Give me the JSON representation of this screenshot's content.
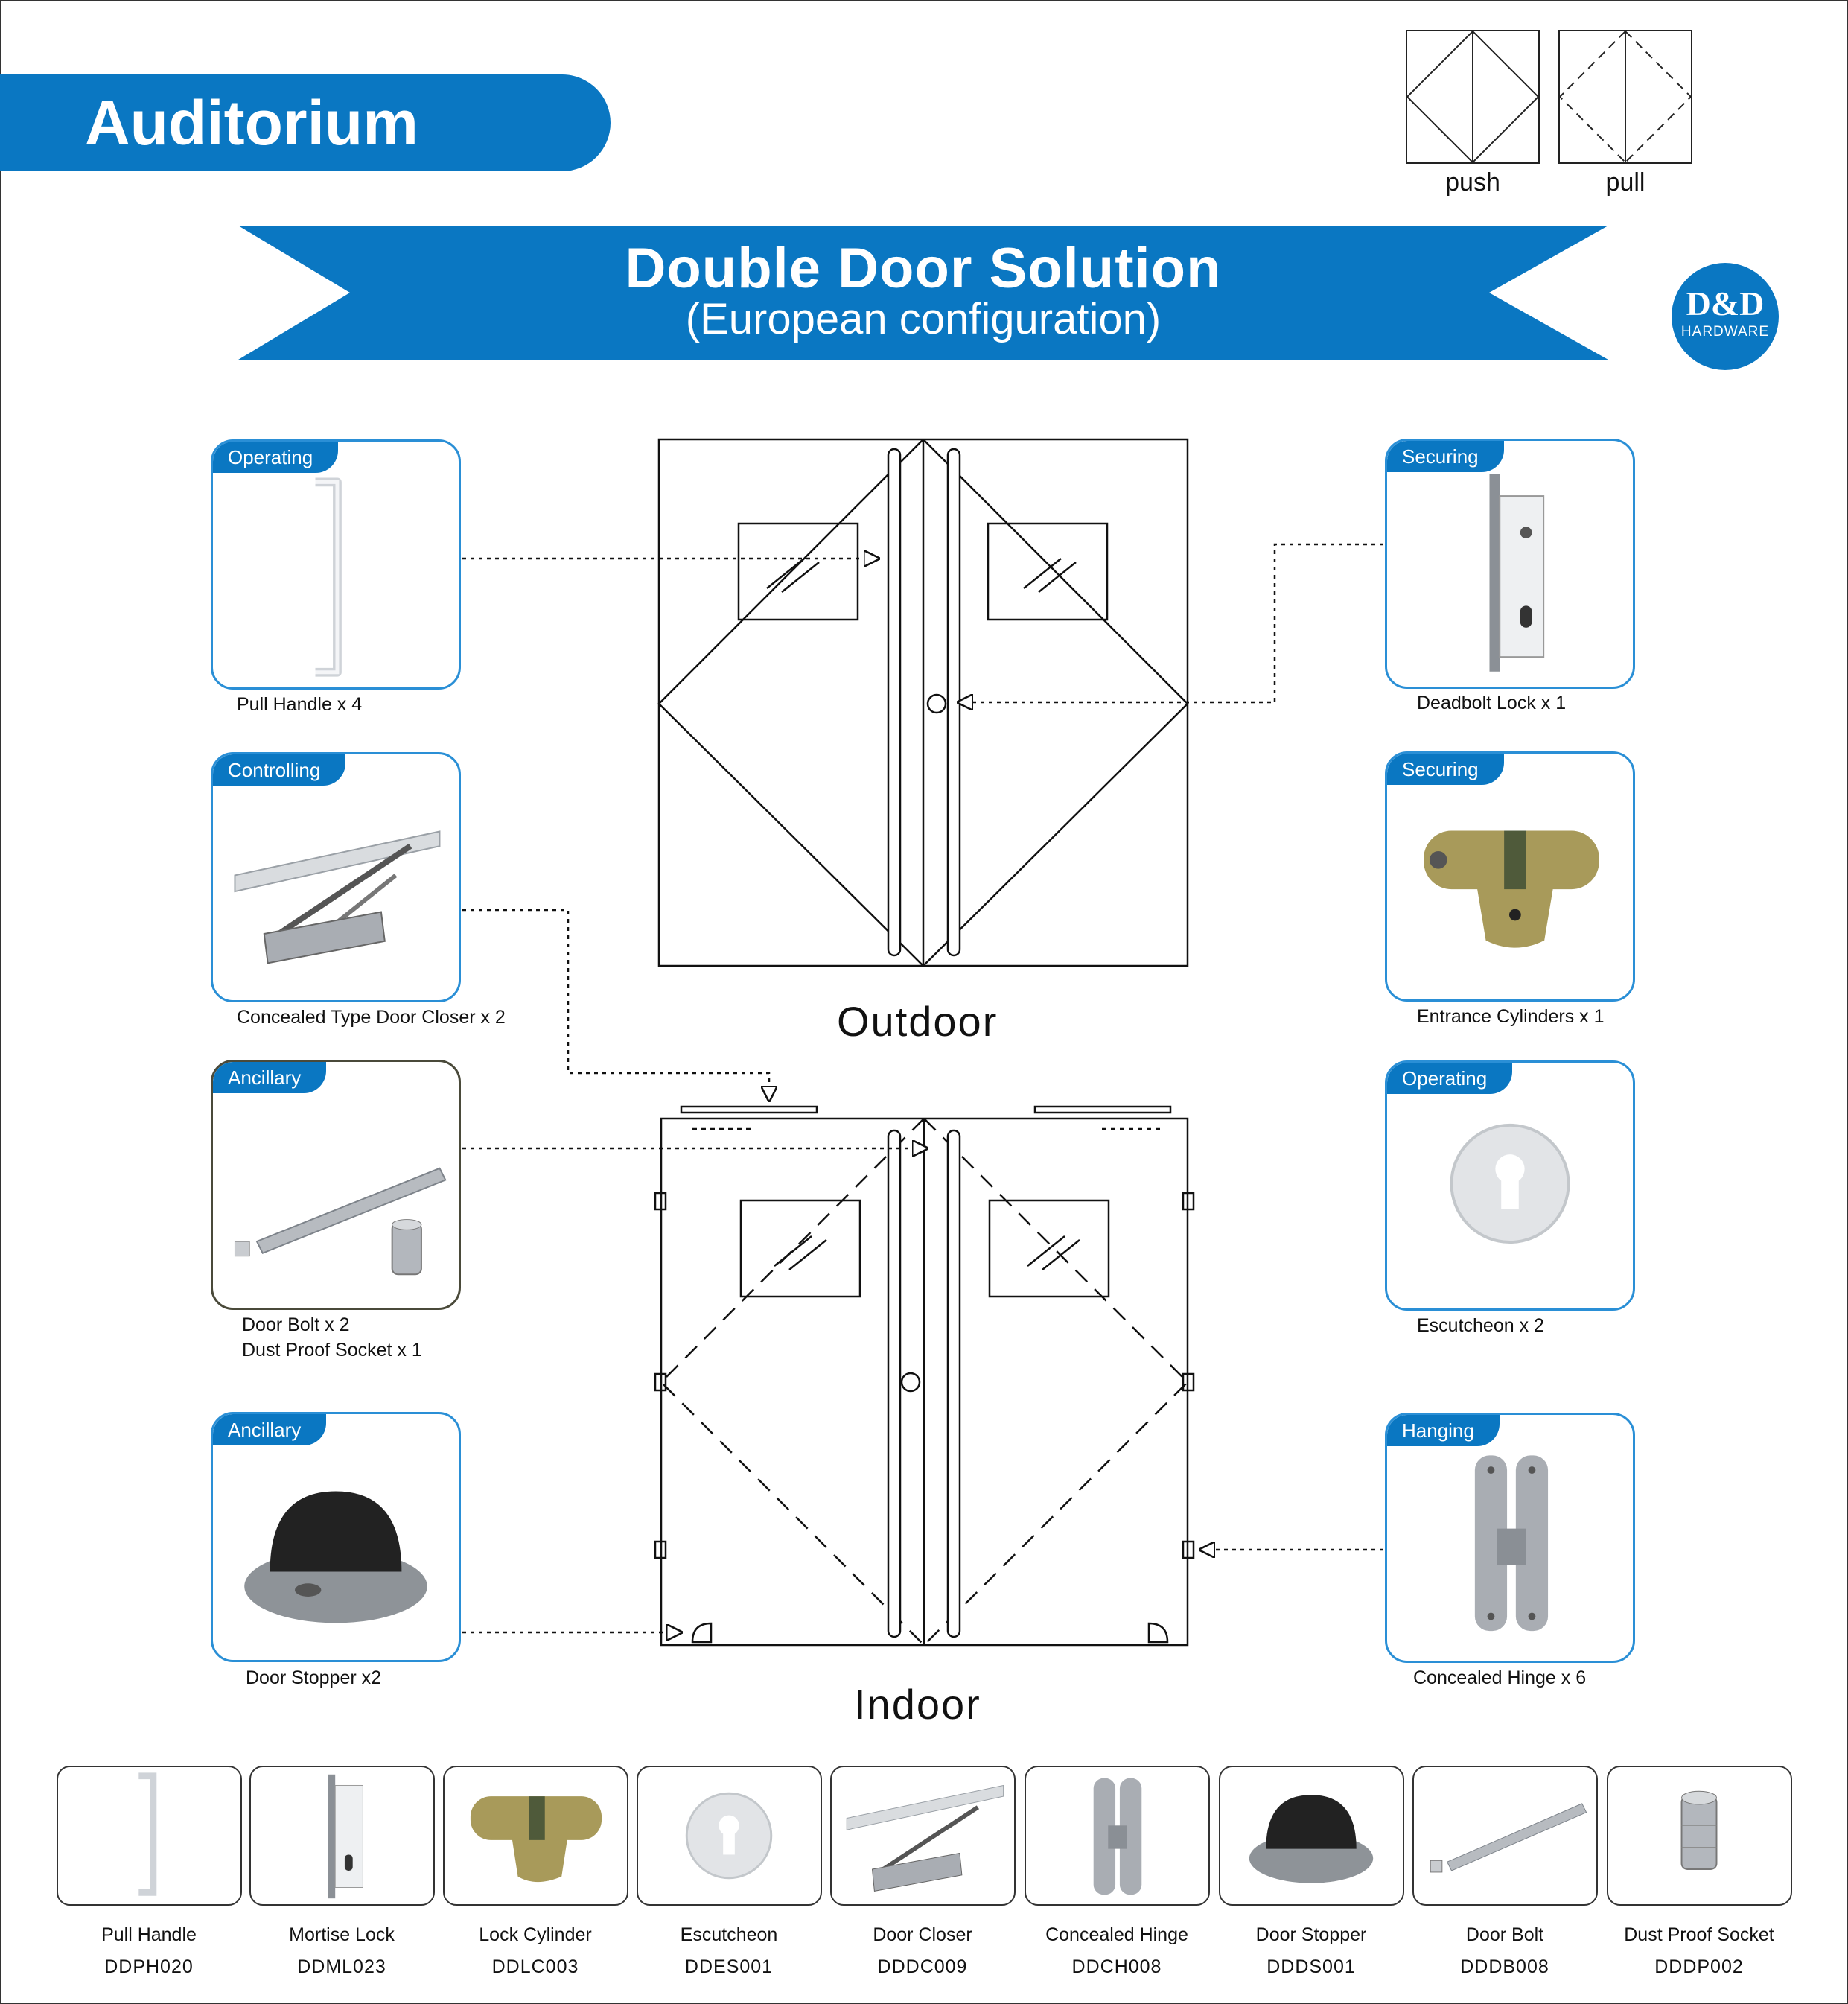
{
  "section": {
    "title": "Auditorium"
  },
  "legend": {
    "push_label": "push",
    "pull_label": "pull"
  },
  "banner": {
    "title": "Double Door Solution",
    "subtitle": "(European configuration)"
  },
  "logo": {
    "main": "D&D",
    "sub": "HARDWARE"
  },
  "views": {
    "outdoor": "Outdoor",
    "indoor": "Indoor"
  },
  "left_cards": [
    {
      "tag": "Operating",
      "caption": [
        "Pull Handle x 4"
      ],
      "icon": "pull-handle-icon"
    },
    {
      "tag": "Controlling",
      "caption": [
        "Concealed Type Door Closer x 2"
      ],
      "icon": "door-closer-icon"
    },
    {
      "tag": "Ancillary",
      "caption": [
        "Door Bolt x 2",
        "Dust Proof Socket x 1"
      ],
      "icon": "door-bolt-icon"
    },
    {
      "tag": "Ancillary",
      "caption": [
        "Door Stopper x2"
      ],
      "icon": "door-stopper-icon"
    }
  ],
  "right_cards": [
    {
      "tag": "Securing",
      "caption": [
        "Deadbolt Lock x 1"
      ],
      "icon": "mortise-lock-icon"
    },
    {
      "tag": "Securing",
      "caption": [
        "Entrance Cylinders x 1"
      ],
      "icon": "lock-cylinder-icon"
    },
    {
      "tag": "Operating",
      "caption": [
        "Escutcheon x 2"
      ],
      "icon": "escutcheon-icon"
    },
    {
      "tag": "Hanging",
      "caption": [
        "Concealed Hinge x 6"
      ],
      "icon": "concealed-hinge-icon"
    }
  ],
  "products": [
    {
      "name": "Pull Handle",
      "code": "DDPH020",
      "icon": "pull-handle-icon"
    },
    {
      "name": "Mortise Lock",
      "code": "DDML023",
      "icon": "mortise-lock-icon"
    },
    {
      "name": "Lock Cylinder",
      "code": "DDLC003",
      "icon": "lock-cylinder-icon"
    },
    {
      "name": "Escutcheon",
      "code": "DDES001",
      "icon": "escutcheon-icon"
    },
    {
      "name": "Door Closer",
      "code": "DDDC009",
      "icon": "door-closer-icon"
    },
    {
      "name": "Concealed Hinge",
      "code": "DDCH008",
      "icon": "concealed-hinge-icon"
    },
    {
      "name": "Door Stopper",
      "code": "DDDS001",
      "icon": "door-stopper-icon"
    },
    {
      "name": "Door Bolt",
      "code": "DDDB008",
      "icon": "door-bolt-icon"
    },
    {
      "name": "Dust Proof Socket",
      "code": "DDDP002",
      "icon": "dust-proof-socket-icon"
    }
  ],
  "colors": {
    "brand_blue": "#0a77c2",
    "card_border": "#2a8fd6",
    "brass": "#a89a5a",
    "steel": "#a9adb3"
  }
}
